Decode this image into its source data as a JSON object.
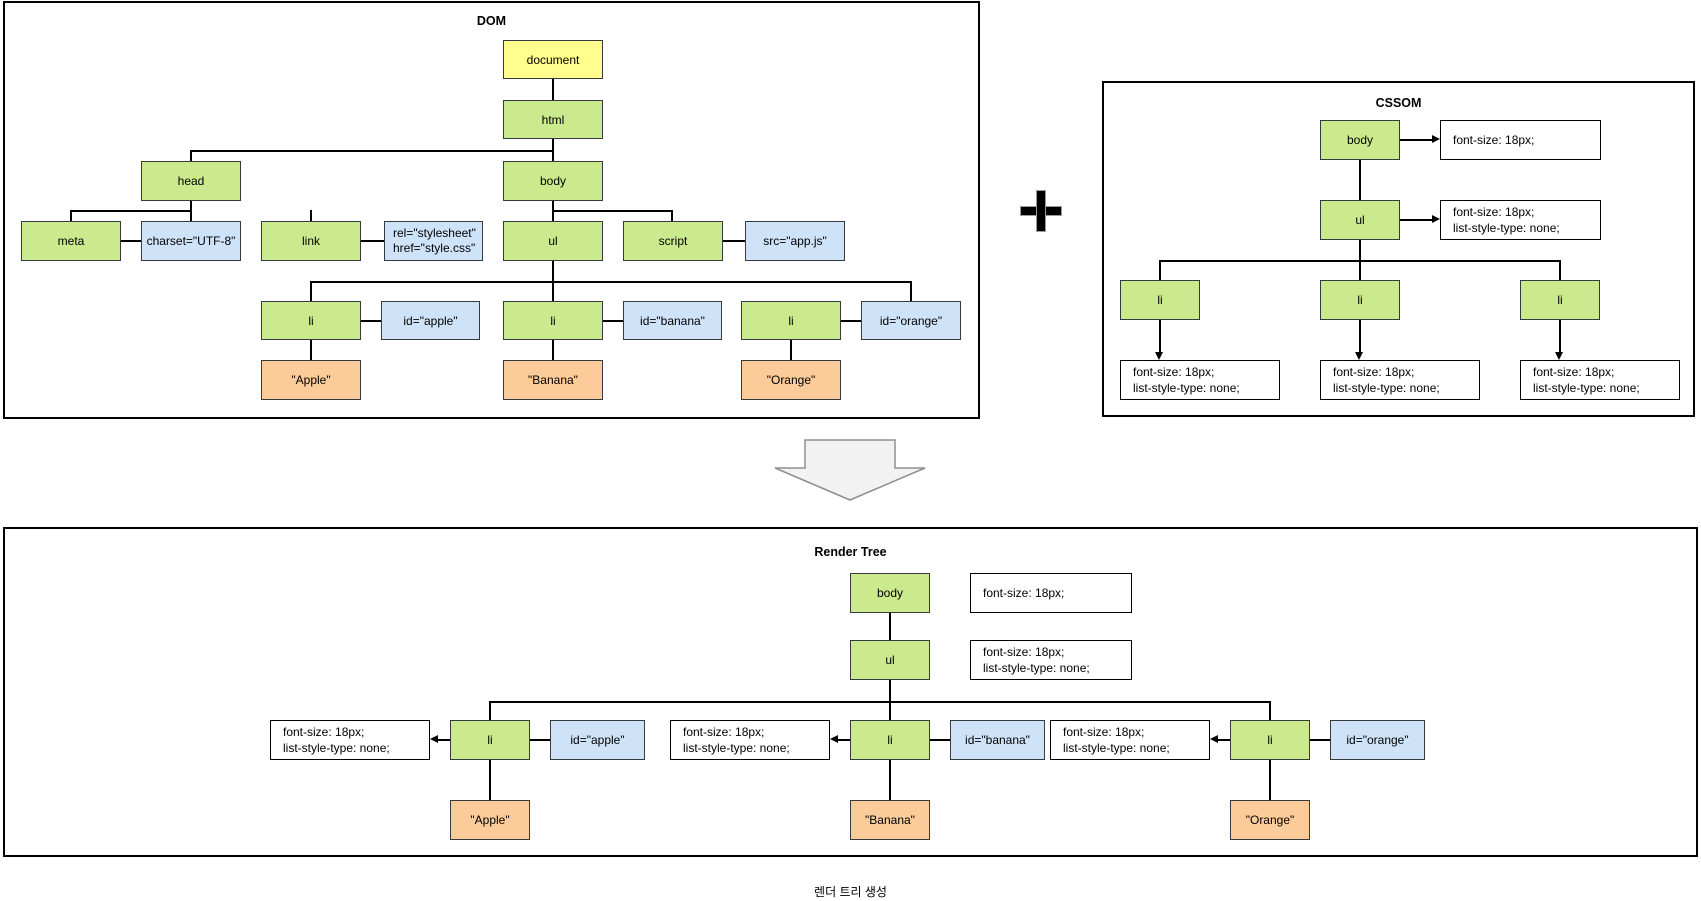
{
  "colors": {
    "yellow_node": "#fffd8d",
    "green_node": "#cbe98d",
    "blue_node": "#cfe3f8",
    "orange_node": "#fbcb99",
    "arrow_fill": "#f2f2f2",
    "arrow_stroke": "#8f8f8f"
  },
  "operator_plus": "+",
  "dom": {
    "title": "DOM",
    "nodes": {
      "document": "document",
      "html": "html",
      "head": "head",
      "body": "body",
      "meta": "meta",
      "meta_attr": "charset=\"UTF-8\"",
      "link": "link",
      "link_attr_line1": "rel=\"stylesheet\"",
      "link_attr_line2": "href=\"style.css\"",
      "ul": "ul",
      "script": "script",
      "script_attr": "src=\"app.js\""
    },
    "list_items": [
      {
        "tag": "li",
        "attr": "id=\"apple\"",
        "text": "\"Apple\""
      },
      {
        "tag": "li",
        "attr": "id=\"banana\"",
        "text": "\"Banana\""
      },
      {
        "tag": "li",
        "attr": "id=\"orange\"",
        "text": "\"Orange\""
      }
    ]
  },
  "cssom": {
    "title": "CSSOM",
    "body": "body",
    "body_rule": "font-size: 18px;",
    "ul": "ul",
    "ul_rule_line1": "font-size: 18px;",
    "ul_rule_line2": "list-style-type: none;",
    "list_items": [
      {
        "tag": "li",
        "rule_line1": "font-size: 18px;",
        "rule_line2": "list-style-type: none;"
      },
      {
        "tag": "li",
        "rule_line1": "font-size: 18px;",
        "rule_line2": "list-style-type: none;"
      },
      {
        "tag": "li",
        "rule_line1": "font-size: 18px;",
        "rule_line2": "list-style-type: none;"
      }
    ]
  },
  "render_tree": {
    "title": "Render Tree",
    "body": "body",
    "body_rule": "font-size: 18px;",
    "ul": "ul",
    "ul_rule_line1": "font-size: 18px;",
    "ul_rule_line2": "list-style-type: none;",
    "list_items": [
      {
        "tag": "li",
        "attr": "id=\"apple\"",
        "text": "\"Apple\"",
        "rule_line1": "font-size: 18px;",
        "rule_line2": "list-style-type: none;"
      },
      {
        "tag": "li",
        "attr": "id=\"banana\"",
        "text": "\"Banana\"",
        "rule_line1": "font-size: 18px;",
        "rule_line2": "list-style-type: none;"
      },
      {
        "tag": "li",
        "attr": "id=\"orange\"",
        "text": "\"Orange\"",
        "rule_line1": "font-size: 18px;",
        "rule_line2": "list-style-type: none;"
      }
    ]
  },
  "caption": "렌더 트리 생성"
}
